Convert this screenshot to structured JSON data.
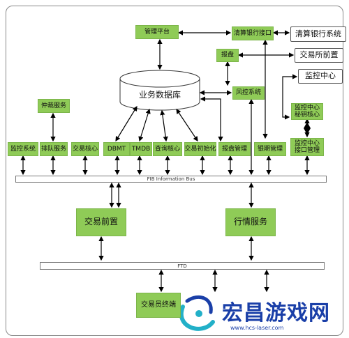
{
  "boxes": {
    "mgmt_platform": "管理平台",
    "clearing_bank_interface": "清算银行接口",
    "clearing_bank_system": "清算银行系统",
    "quote_report": "报盘",
    "exchange_front": "交易所前置",
    "monitoring_center": "监控中心",
    "risk_system": "风控系统",
    "monitor_key_core": "监控中心\n秘钥核心",
    "arbitration_service": "仲裁服务",
    "monitor_interface_mgmt": "监控中心\n接口管理",
    "monitor_system": "监控系统",
    "queue_service": "排队服务",
    "trade_core": "交易核心",
    "dbmt": "DBMT",
    "tmdb": "TMDB",
    "query_core": "查询核心",
    "trade_init": "交易初始化",
    "quote_mgmt": "报盘管理",
    "settlement_mgmt": "银期管理",
    "trade_front": "交易前置",
    "market_service": "行情服务",
    "trader_terminal": "交易员终端"
  },
  "database": "业务数据库",
  "buses": {
    "fib": "FIB Information Bus",
    "ftd": "FTD"
  },
  "colors": {
    "box_green": "#8fcb57",
    "line": "#000000",
    "watermark": "#1a3fa8"
  },
  "watermark": {
    "title": "宏昌游戏网",
    "url": "www.hcs-laser.com"
  }
}
